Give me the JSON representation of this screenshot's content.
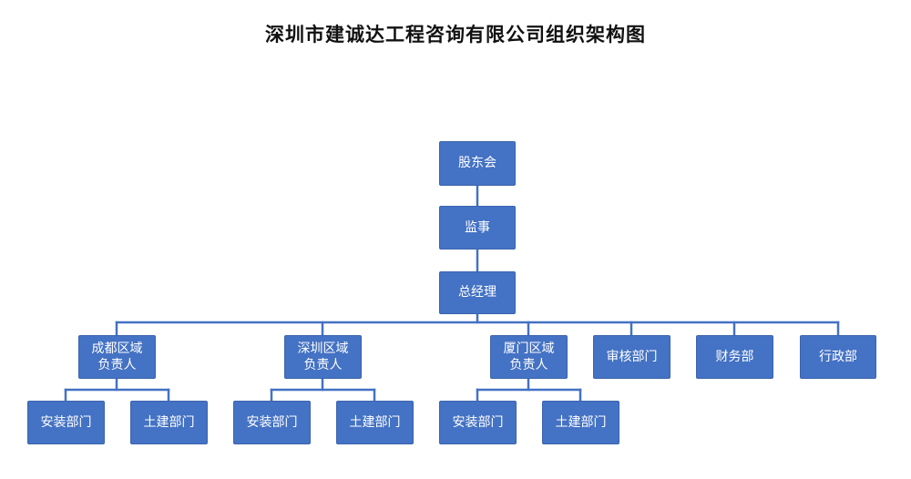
{
  "title": "深圳市建诚达工程咨询有限公司组织架构图",
  "colors": {
    "box_fill": "#4472c4",
    "line": "#4472c4",
    "text": "#ffffff"
  },
  "nodes": {
    "shareholders": "股东会",
    "supervisor": "监事",
    "general_manager": "总经理",
    "chengdu": "成都区域\n负责人",
    "shenzhen": "深圳区域\n负责人",
    "xiamen": "厦门区域\n负责人",
    "audit": "审核部门",
    "finance": "财务部",
    "admin": "行政部",
    "chengdu_install": "安装部门",
    "chengdu_civil": "土建部门",
    "shenzhen_install": "安装部门",
    "shenzhen_civil": "土建部门",
    "xiamen_install": "安装部门",
    "xiamen_civil": "土建部门"
  }
}
